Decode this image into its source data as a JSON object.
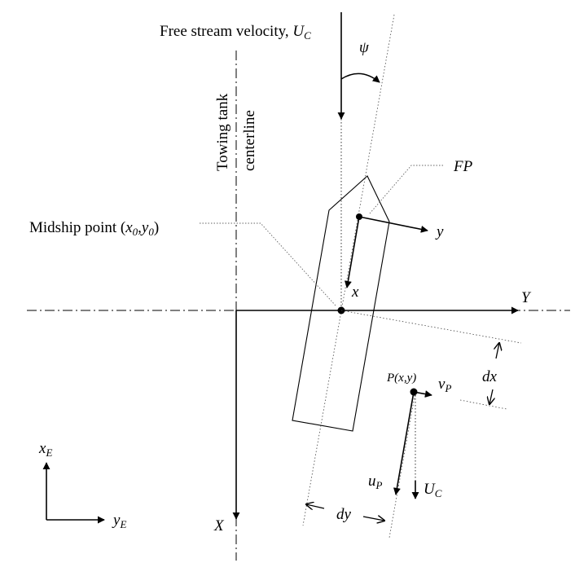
{
  "labels": {
    "free_stream": "Free stream velocity, ",
    "free_stream_sym": "U",
    "free_stream_sub": "C",
    "psi": "ψ",
    "tank_line1": "Towing tank",
    "tank_line2": "centerline",
    "fp": "FP",
    "midship": "Midship point (",
    "midship_x": "x",
    "midship_x_sub": "0",
    "midship_comma": ",",
    "midship_y": "y",
    "midship_y_sub": "0",
    "midship_close": ")",
    "body_y": "y",
    "body_x": "x",
    "earth_Y": "Y",
    "earth_X": "X",
    "point_p": "P(x,y)",
    "vp": "v",
    "vp_sub": "P",
    "up": "u",
    "up_sub": "P",
    "uc": "U",
    "uc_sub": "C",
    "dx": "dx",
    "dy": "dy",
    "xe": "x",
    "xe_sub": "E",
    "ye": "y",
    "ye_sub": "E"
  },
  "colors": {
    "ink": "#000000",
    "leader": "#666666"
  }
}
